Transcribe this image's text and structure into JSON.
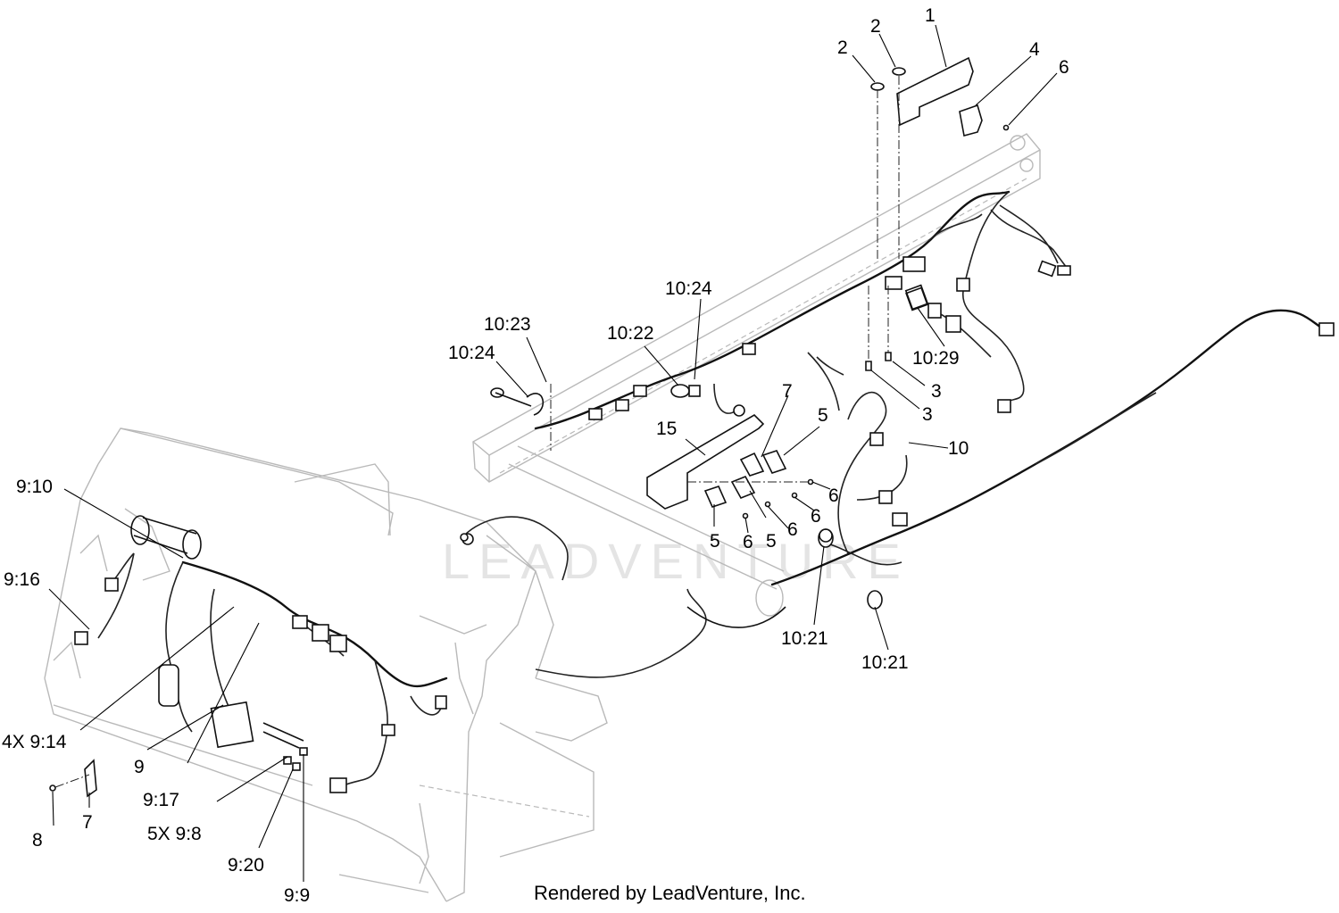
{
  "watermark": "LEADVENTURE",
  "footer": "Rendered by LeadVenture, Inc.",
  "callouts": {
    "c1": "1",
    "c2a": "2",
    "c2b": "2",
    "c4": "4",
    "c6a": "6",
    "c10_24a": "10:24",
    "c10_23": "10:23",
    "c10_24b": "10:24",
    "c10_22": "10:22",
    "c10_29": "10:29",
    "c3a": "3",
    "c3b": "3",
    "c7a": "7",
    "c5a": "5",
    "c15": "15",
    "c10": "10",
    "c6b": "6",
    "c6c": "6",
    "c6d": "6",
    "c5b": "5",
    "c6e": "6",
    "c5c": "5",
    "c10_21a": "10:21",
    "c10_21b": "10:21",
    "c9_10": "9:10",
    "c9_16": "9:16",
    "c4x9_14": "4X 9:14",
    "c9": "9",
    "c9_17": "9:17",
    "c5x9_8": "5X 9:8",
    "c9_20": "9:20",
    "c9_9": "9:9",
    "c8": "8",
    "c7b": "7"
  }
}
